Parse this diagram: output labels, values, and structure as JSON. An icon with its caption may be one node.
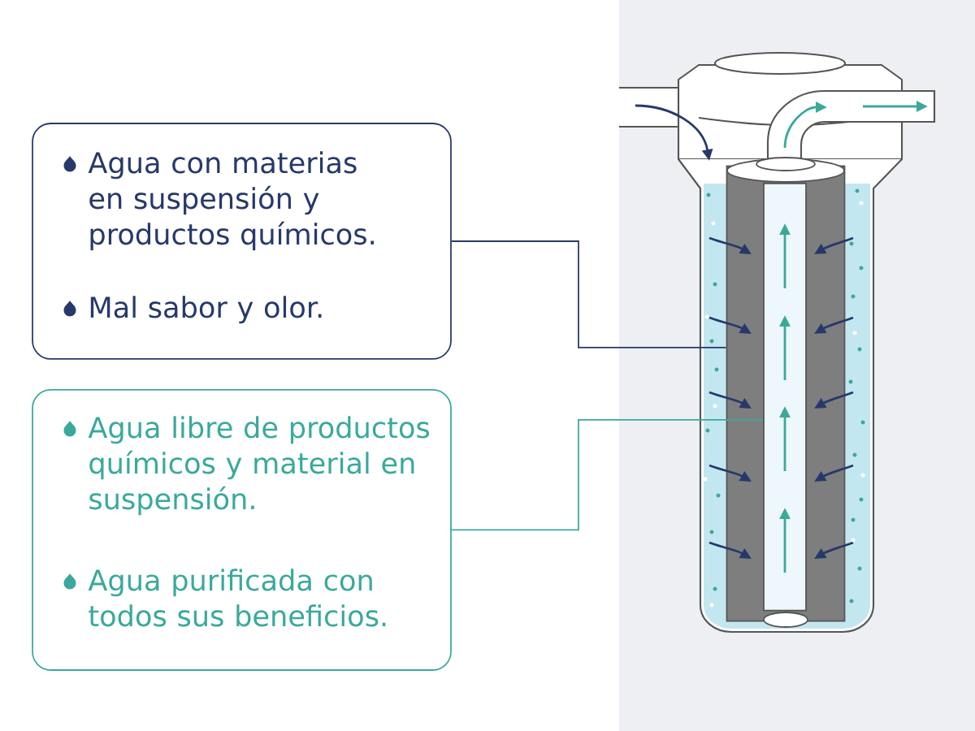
{
  "diagram": {
    "nodes": [
      {
        "text": [
          "Agua con materias en suspensión y productos químicos.",
          "Mal sabor y olor."
        ]
      },
      {
        "text": [
          "Agua libre de productos químicos y material en suspensión.",
          "Agua purificada con todos sus beneficios."
        ]
      },
      {
        "text": [],
        "shape": "cylinder"
      },
      {
        "text": [],
        "shape": "cylinder",
        "in": 2
      }
    ],
    "edges": [
      {
        "from": 0,
        "to": 2,
        "arrow": "none",
        "color": "#27396b"
      },
      {
        "from": 1,
        "to": 3,
        "arrow": "none",
        "color": "#3aa99b"
      }
    ]
  }
}
